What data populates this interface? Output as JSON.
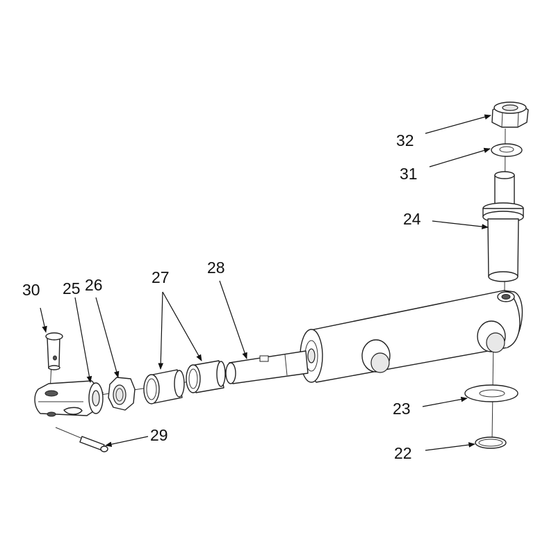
{
  "highlight_color": "#d42a2a",
  "text_color": "#111111",
  "callouts": {
    "c22": "22",
    "c23": "23",
    "c24": "24",
    "c25": "25",
    "c26": "26",
    "c27": "27",
    "c28": "28",
    "c29": "29",
    "c30": "30",
    "c31": "31",
    "c32": "32"
  },
  "highlighted_callout": "27"
}
